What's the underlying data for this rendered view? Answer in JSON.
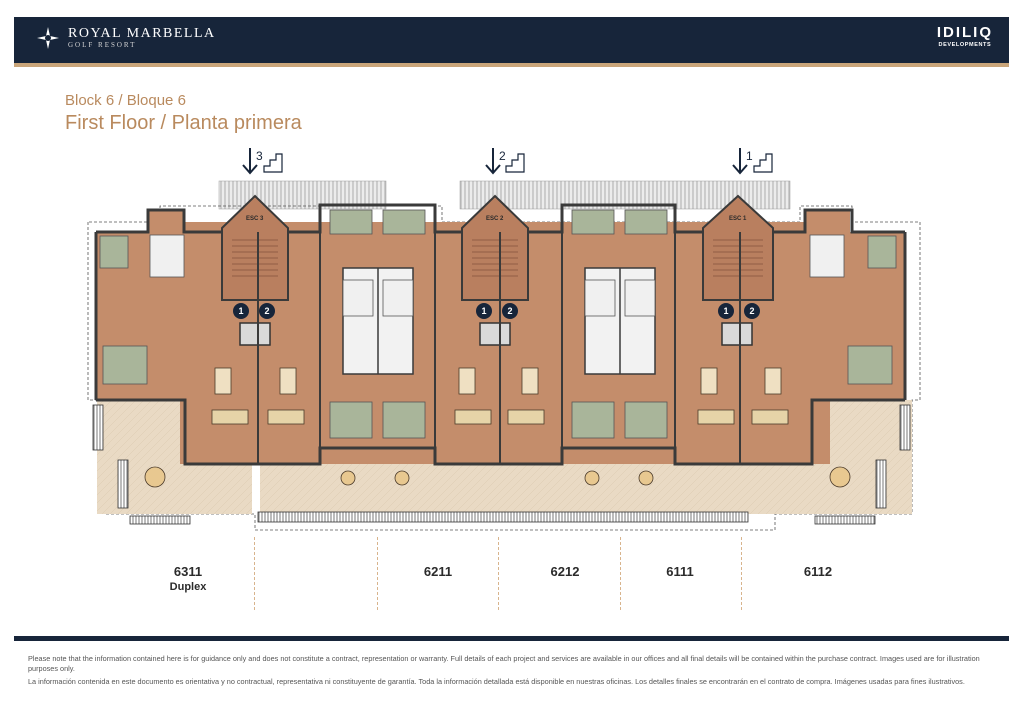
{
  "header": {
    "brand_name": "ROYAL MARBELLA",
    "brand_sub": "GOLF RESORT",
    "developer_name": "IDILIQ",
    "developer_sub": "DEVELOPMENTS"
  },
  "title": {
    "block": "Block 6 / Bloque 6",
    "floor": "First Floor / Planta primera"
  },
  "stairs": [
    {
      "number": "3"
    },
    {
      "number": "2"
    },
    {
      "number": "1"
    }
  ],
  "staircase_labels": [
    "ESC 3",
    "ESC 2",
    "ESC 1"
  ],
  "lift_markers": [
    "1",
    "2"
  ],
  "units": [
    {
      "number": "6311",
      "type": "Duplex"
    },
    {
      "number": "6211"
    },
    {
      "number": "6212"
    },
    {
      "number": "6111"
    },
    {
      "number": "6112"
    }
  ],
  "disclaimer": {
    "en": "Please note that the information contained here is for guidance only and does not constitute a contract, representation or warranty. Full details of each project and services are available in our offices and all final details will be contained within the purchase contract. Images used are for illustration purposes only.",
    "es": "La información contenida en este documento es orientativa y no contractual, representativa ni constituyente de garantía. Toda la información detallada está disponible en nuestras oficinas. Los detalles finales se encontrarán en el contrato de compra. Imágenes usadas para fines ilustrativos."
  },
  "colors": {
    "header_bg": "#17253a",
    "accent": "#c9a57a",
    "title": "#b98a5e",
    "floor": "#c08a68",
    "wall": "#6a5a4a",
    "terrace": "#e6d6bf"
  }
}
